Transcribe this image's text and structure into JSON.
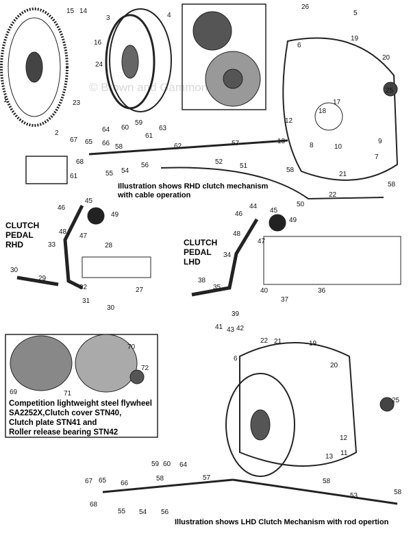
{
  "watermark": "© Brown and Gammons Ltd",
  "captions": {
    "rhd_mechanism": "Illustration shows RHD clutch mechanism with cable operation",
    "lhd_mechanism": "Illustration shows LHD Clutch Mechanism with rod opertion",
    "pedal_rhd": [
      "CLUTCH",
      "PEDAL",
      "RHD"
    ],
    "pedal_lhd": [
      "CLUTCH",
      "PEDAL",
      "LHD"
    ],
    "competition": [
      "Competition lightweight steel flywheel",
      "SA2252X,Clutch cover STN40,",
      "Clutch plate STN41 and",
      "Roller release bearing STN42"
    ]
  },
  "callouts": [
    "1",
    "2",
    "3",
    "4",
    "5",
    "26",
    "15",
    "14",
    "16",
    "24",
    "23",
    "19",
    "20",
    "6",
    "25",
    "17",
    "18",
    "12",
    "13",
    "8",
    "10",
    "9",
    "7",
    "64",
    "60",
    "59",
    "63",
    "61",
    "62",
    "67",
    "65",
    "66",
    "58",
    "68",
    "55",
    "54",
    "56",
    "57",
    "52",
    "51",
    "58",
    "61",
    "21",
    "58",
    "22",
    "50",
    "46",
    "45",
    "49",
    "48",
    "47",
    "33",
    "28",
    "30",
    "29",
    "32",
    "31",
    "30",
    "27",
    "44",
    "46",
    "45",
    "49",
    "48",
    "47",
    "34",
    "38",
    "35",
    "40",
    "36",
    "37",
    "39",
    "42",
    "43",
    "41",
    "22",
    "21",
    "19",
    "20",
    "6",
    "25",
    "12",
    "11",
    "13",
    "58",
    "59",
    "60",
    "64",
    "58",
    "67",
    "65",
    "66",
    "57",
    "68",
    "55",
    "54",
    "56",
    "53",
    "58",
    "69",
    "70",
    "71",
    "72"
  ]
}
